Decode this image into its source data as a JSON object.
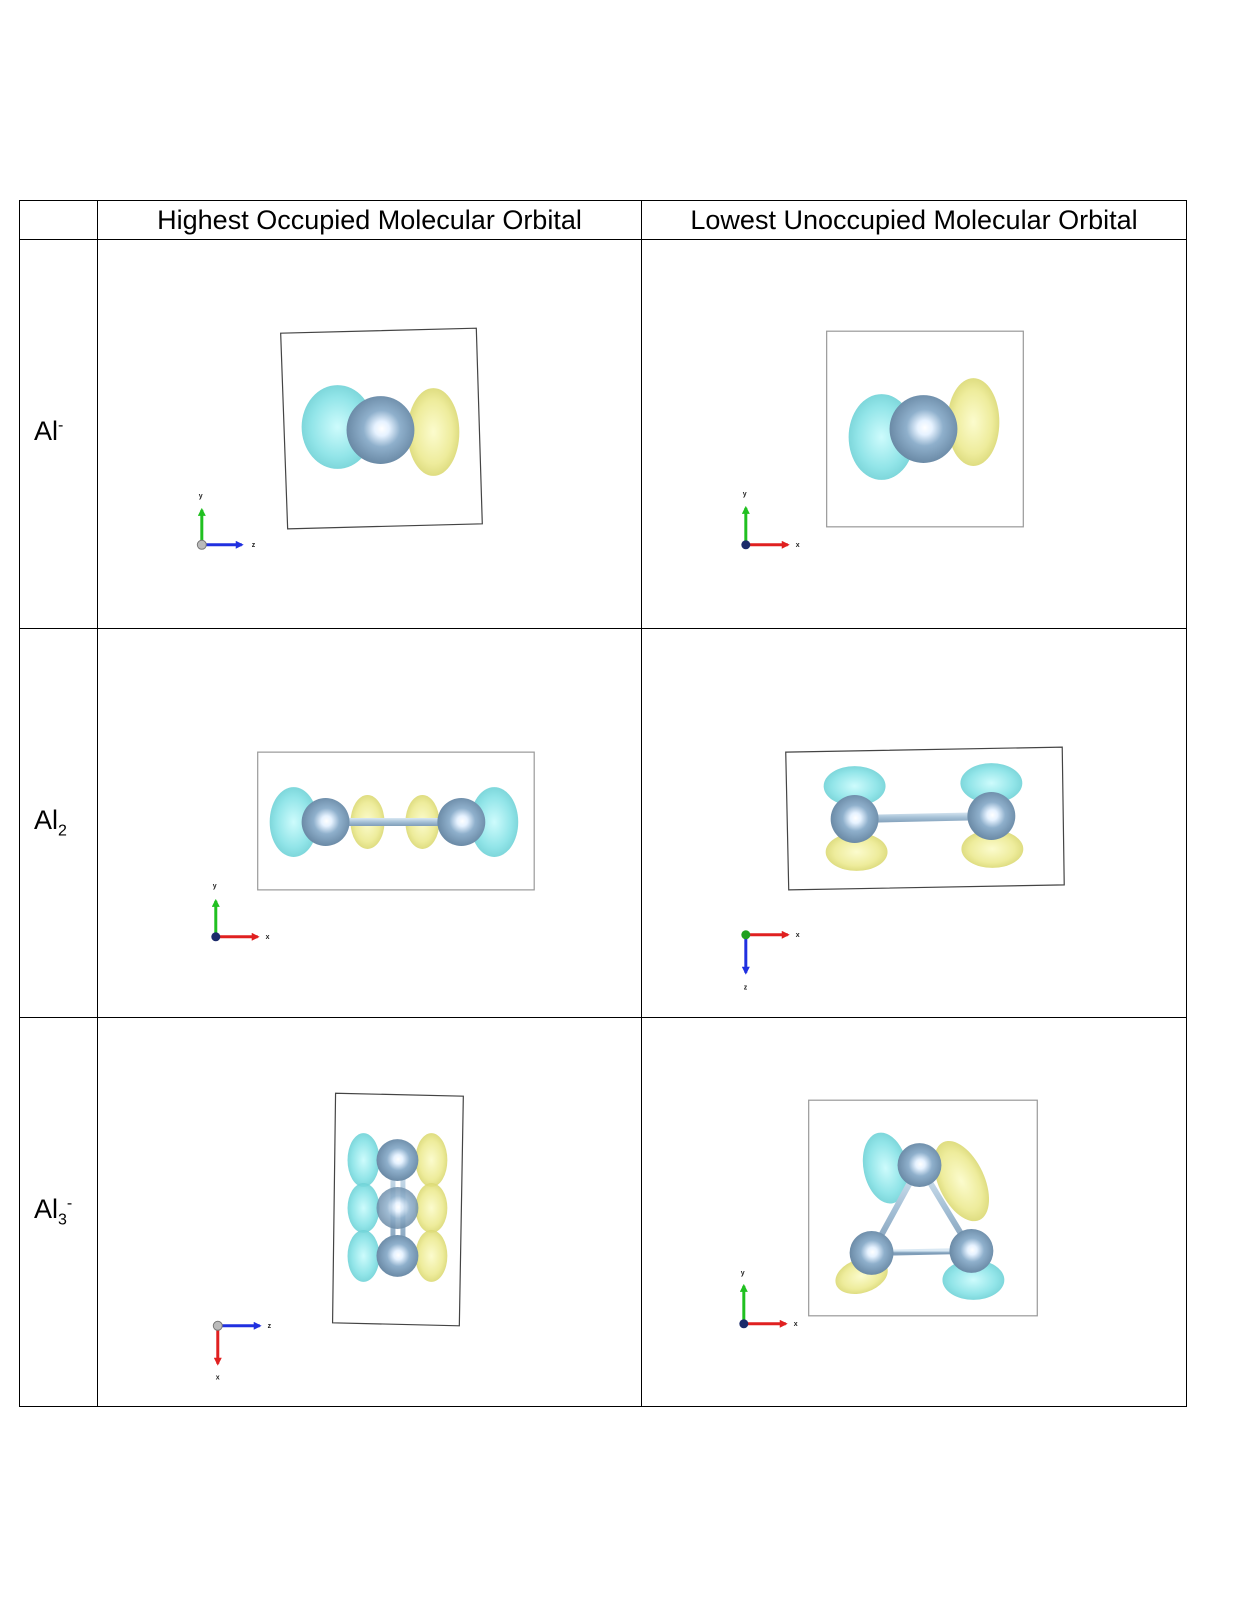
{
  "table": {
    "corner": "",
    "columns": [
      "Highest Occupied Molecular Orbital",
      "Lowest Unoccupied Molecular Orbital"
    ],
    "rows": [
      {
        "base": "Al",
        "sub": "",
        "sup": "-",
        "homo_axes": [
          "y",
          "z"
        ],
        "lumo_axes": [
          "y",
          "x"
        ]
      },
      {
        "base": "Al",
        "sub": "2",
        "sup": "",
        "homo_axes": [
          "y",
          "x"
        ],
        "lumo_axes": [
          "x",
          "z"
        ]
      },
      {
        "base": "Al",
        "sub": "3",
        "sup": "-",
        "homo_axes": [
          "z",
          "x"
        ],
        "lumo_axes": [
          "y",
          "x"
        ]
      }
    ]
  },
  "colors": {
    "positive_lobe": "#7fe3e6",
    "negative_lobe": "#e9e88a",
    "atom": "#7f9db8",
    "bond": "#a9c3d8",
    "axis_x": "#e02020",
    "axis_y": "#20c020",
    "axis_z": "#2030e0",
    "cell_box": "#444444"
  }
}
